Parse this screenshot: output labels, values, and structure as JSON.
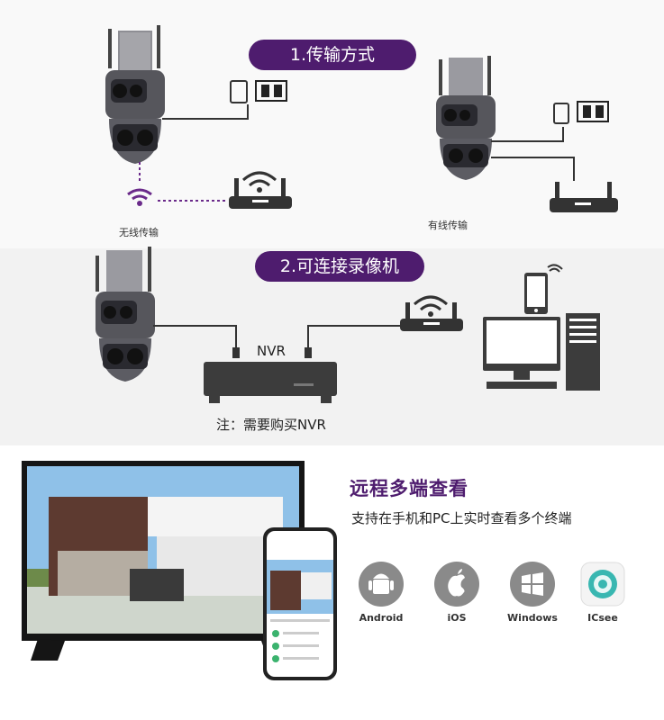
{
  "section1": {
    "title": "1.传输方式",
    "wireless_label": "无线传输",
    "wired_label": "有线传输"
  },
  "section2": {
    "title": "2.可连接录像机",
    "nvr_label": "NVR",
    "note": "注：需要购买NVR"
  },
  "section3": {
    "title": "远程多端查看",
    "subtitle": "支持在手机和PC上实时查看多个终端",
    "platforms": [
      {
        "name": "Android",
        "icon": "android-icon"
      },
      {
        "name": "iOS",
        "icon": "apple-icon"
      },
      {
        "name": "Windows",
        "icon": "windows-icon"
      },
      {
        "name": "ICsee",
        "icon": "icsee-app-icon"
      }
    ]
  },
  "colors": {
    "accent": "#4e1c6e",
    "camera": "#5a5a60",
    "device": "#3c3c3c"
  }
}
